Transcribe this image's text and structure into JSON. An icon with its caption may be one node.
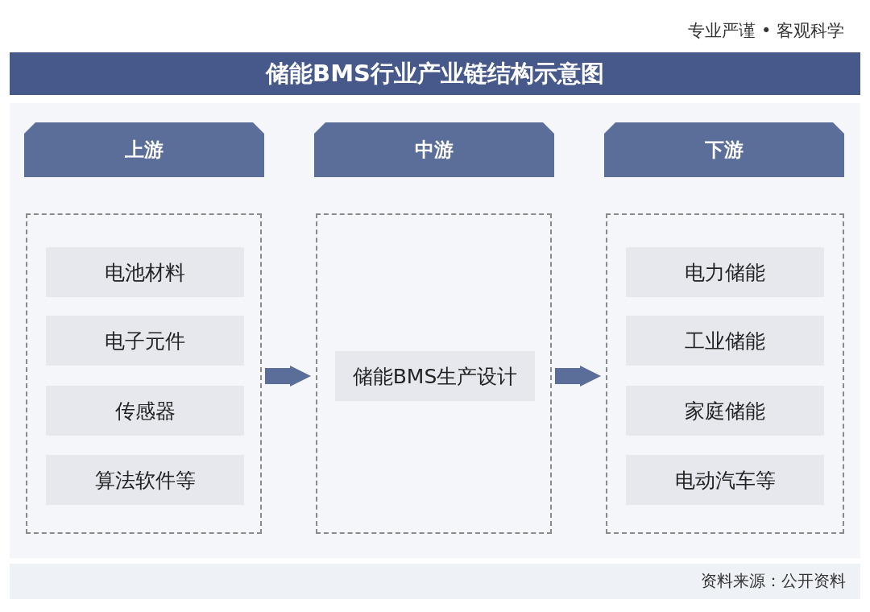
{
  "diagram": {
    "title": "储能BMS行业产业链结构示意图",
    "nodes": [
      {
        "text": [
          "上游"
        ]
      },
      {
        "text": [],
        "shape": "box"
      },
      {
        "text": [
          "电池材料"
        ],
        "in": 1
      },
      {
        "text": [
          "电子元件"
        ],
        "in": 1
      },
      {
        "text": [
          "传感器"
        ],
        "in": 1
      },
      {
        "text": [
          "算法软件等"
        ],
        "in": 1
      },
      {
        "text": [
          "中游"
        ]
      },
      {
        "text": [],
        "shape": "box"
      },
      {
        "text": [
          "储能BMS生产设计"
        ],
        "in": 7
      },
      {
        "text": [
          "下游"
        ]
      },
      {
        "text": [],
        "shape": "box"
      },
      {
        "text": [
          "电力储能"
        ],
        "in": 10
      },
      {
        "text": [
          "工业储能"
        ],
        "in": 10
      },
      {
        "text": [
          "家庭储能"
        ],
        "in": 10
      },
      {
        "text": [
          "电动汽车等"
        ],
        "in": 10
      }
    ],
    "edges": [
      {
        "from": 1,
        "to": 7,
        "arrow": "to"
      },
      {
        "from": 7,
        "to": 10,
        "arrow": "to"
      }
    ],
    "labels": [
      "专业严谨 • 客观科学",
      "资料来源：公开资料"
    ]
  }
}
